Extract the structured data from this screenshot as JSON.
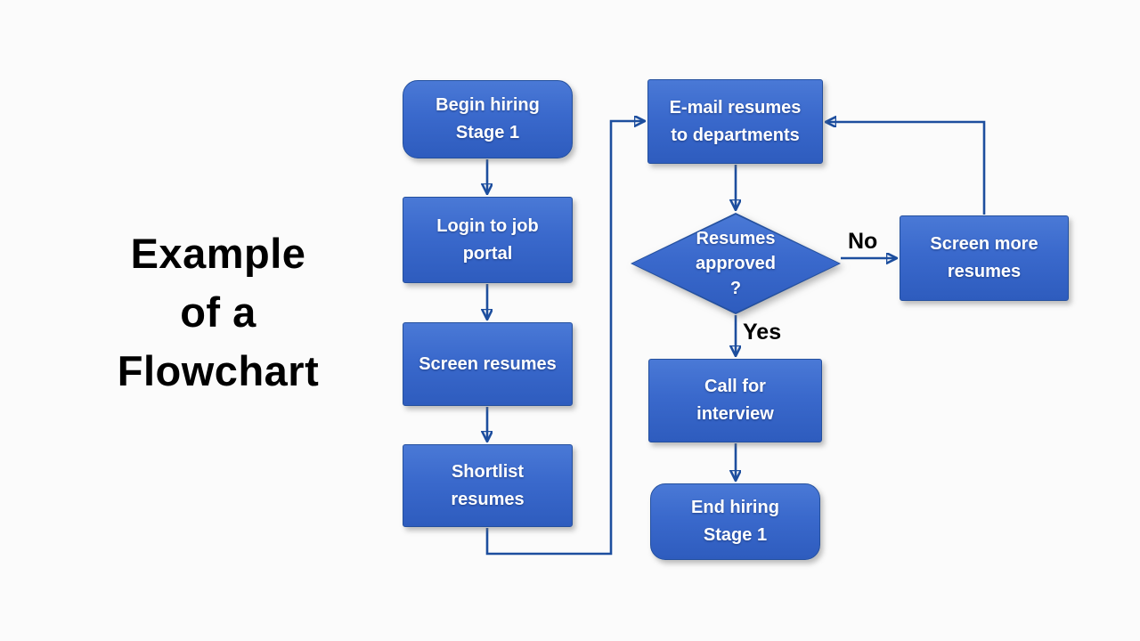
{
  "title": {
    "line1": "Example",
    "line2": "of a",
    "line3": "Flowchart"
  },
  "nodes": {
    "begin": {
      "type": "terminator",
      "lines": [
        "Begin hiring",
        "Stage 1"
      ]
    },
    "login": {
      "type": "process",
      "lines": [
        "Login to job",
        "portal"
      ]
    },
    "screen": {
      "type": "process",
      "lines": [
        "Screen resumes"
      ]
    },
    "shortlist": {
      "type": "process",
      "lines": [
        "Shortlist",
        "resumes"
      ]
    },
    "email": {
      "type": "process",
      "lines": [
        "E-mail resumes",
        "to departments"
      ]
    },
    "approved": {
      "type": "decision",
      "lines": [
        "Resumes",
        "approved",
        "?"
      ]
    },
    "screen_more": {
      "type": "process",
      "lines": [
        "Screen more",
        "resumes"
      ]
    },
    "call": {
      "type": "process",
      "lines": [
        "Call for",
        "interview"
      ]
    },
    "end": {
      "type": "terminator",
      "lines": [
        "End hiring",
        "Stage 1"
      ]
    }
  },
  "edge_labels": {
    "no": "No",
    "yes": "Yes"
  },
  "colors": {
    "node-fill-top": "#4a79d6",
    "node-fill-mid": "#3a69cc",
    "node-fill-bottom": "#2e5cbe",
    "node-border": "#24509e",
    "connector": "#1d4e9e",
    "node-text": "#ffffff",
    "label-text": "#000000",
    "background": "#fbfbfb"
  }
}
